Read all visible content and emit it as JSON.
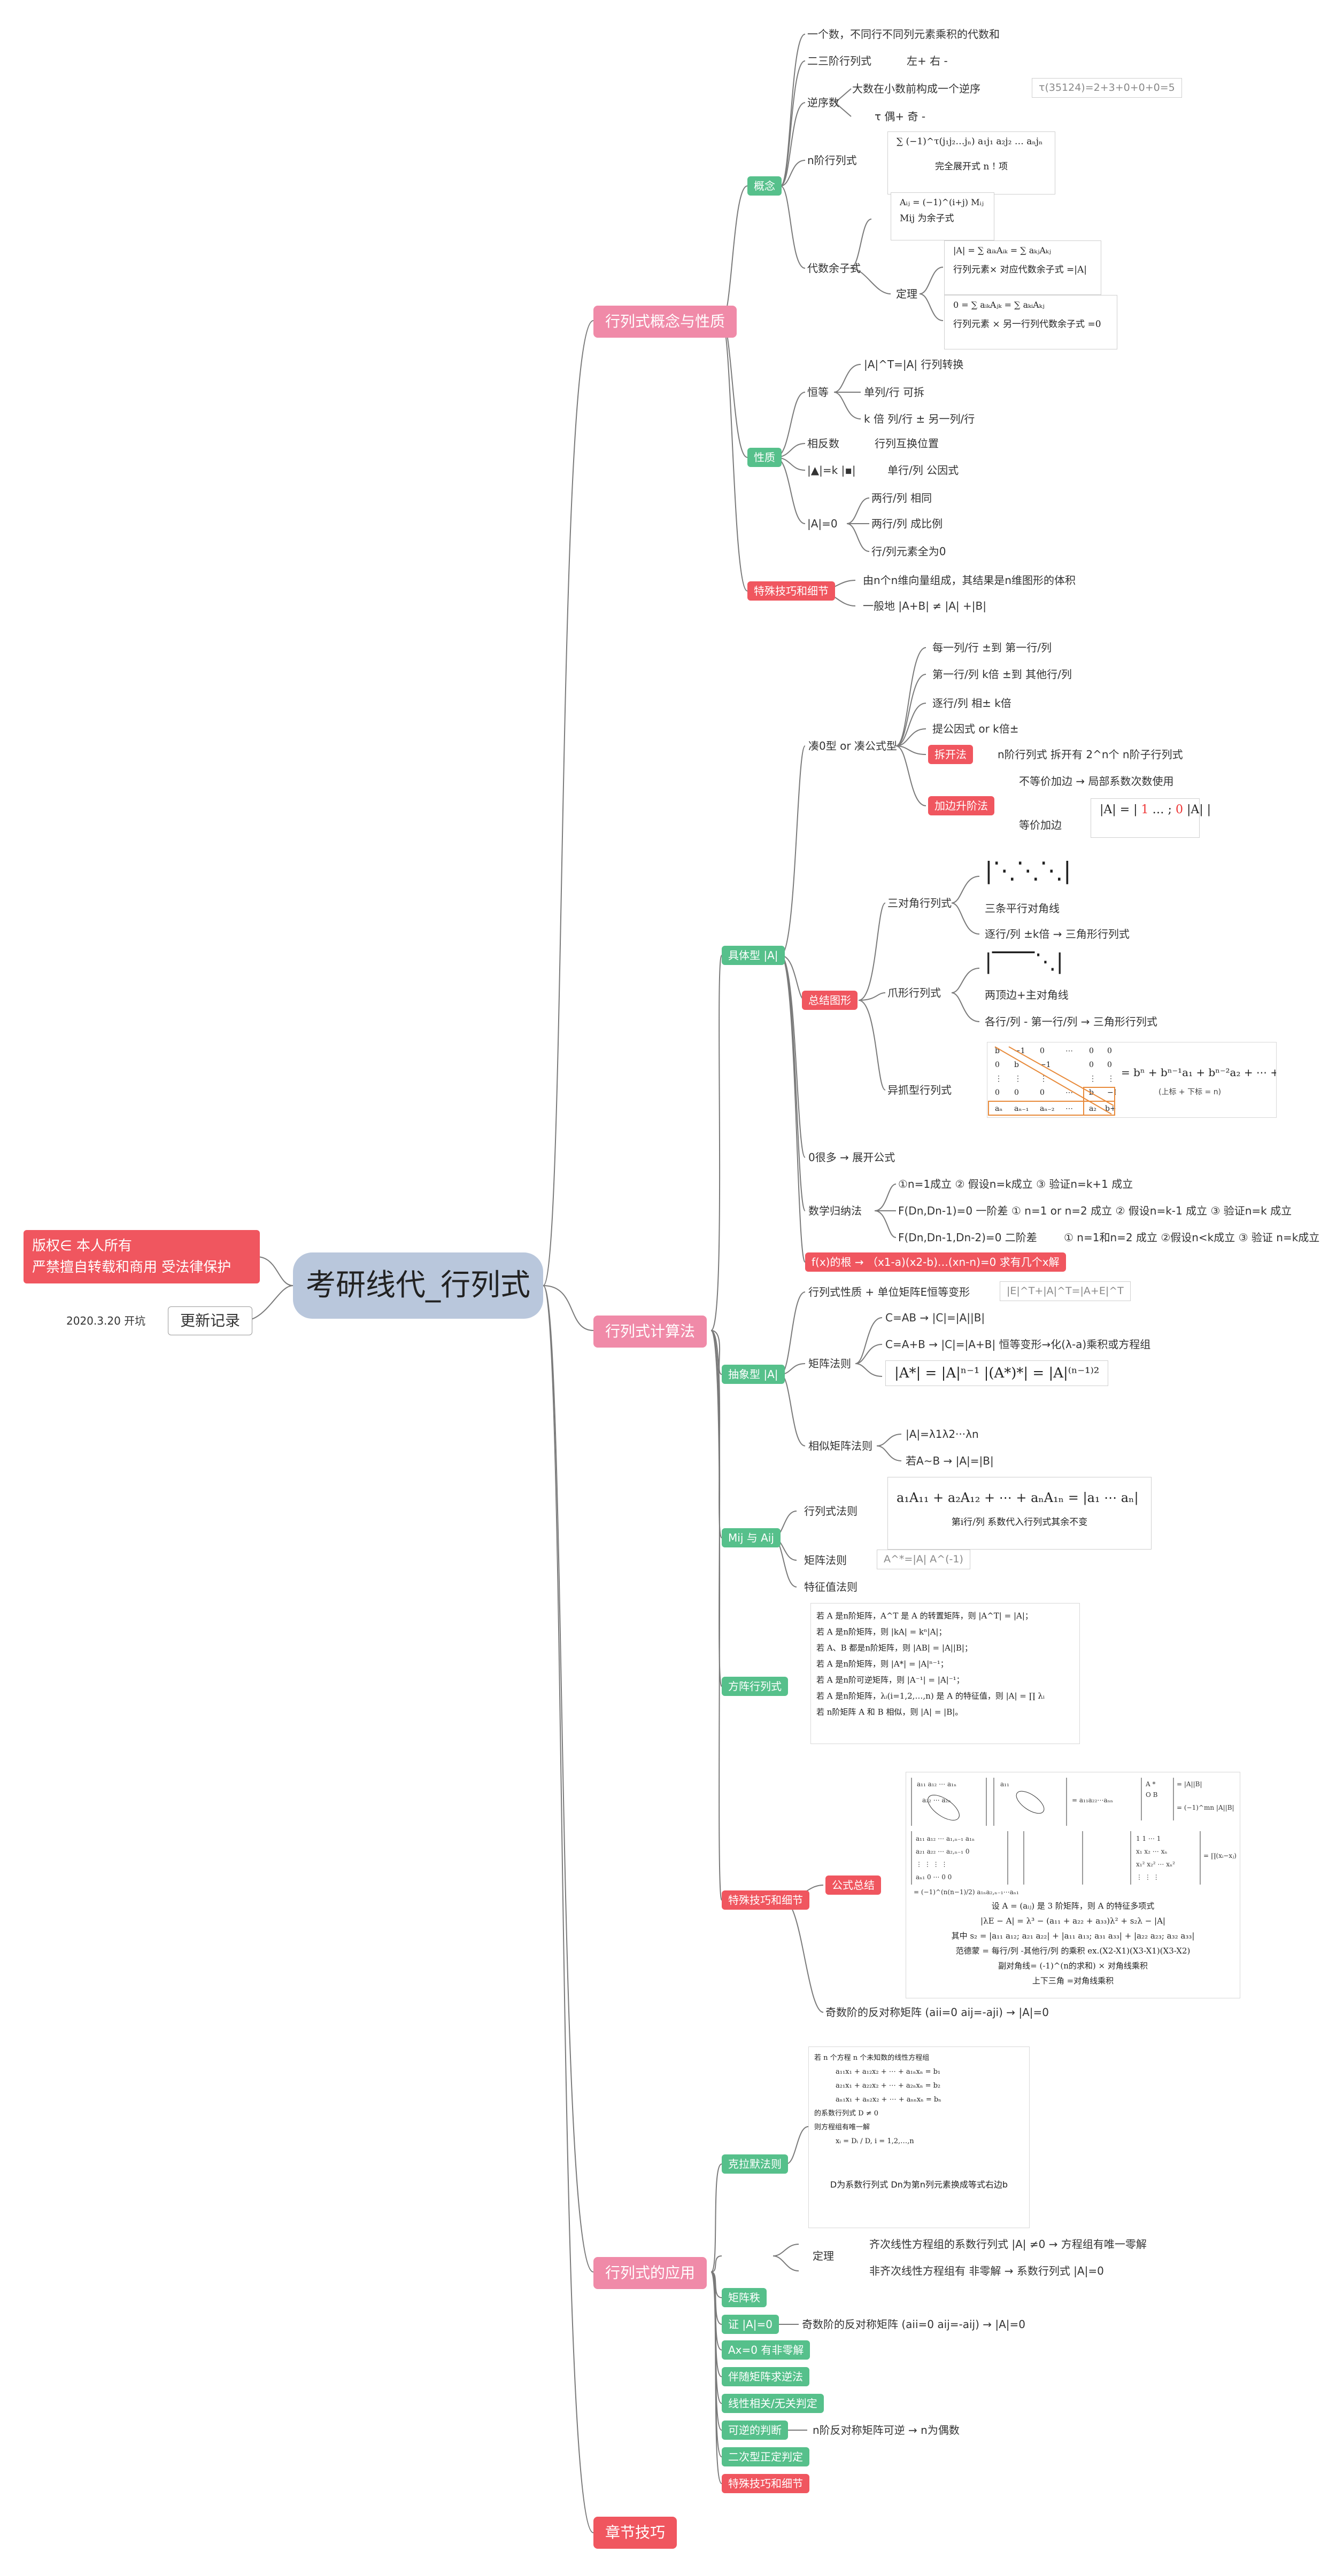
{
  "root": "考研线代_行列式",
  "copyright": {
    "line1": "版权∈ 本人所有",
    "line2": "严禁擅自转载和商用 受法律保护"
  },
  "update": {
    "date": "2020.3.20 开坑",
    "label": "更新记录"
  },
  "s1": {
    "title": "行列式概念与性质",
    "concept": "概念",
    "c1": "一个数，不同行不同列元素乘积的代数和",
    "c2": "二三阶行列式",
    "c2a": "左+ 右 -",
    "c3": "逆序数",
    "c3a": "大数在小数前构成一个逆序",
    "c3a_ex": "τ(35124)=2+3+0+0+0=5",
    "c3b": "τ  偶+  奇 -",
    "c4": "n阶行列式",
    "c4_formula": "∑ (−1)^τ(j₁j₂…jₙ) a₁j₁ a₂j₂ … aₙjₙ",
    "c4_note": "完全展开式   n ! 项",
    "c5": "代数余子式",
    "c5_formula": "Aᵢⱼ = (−1)^(i+j) Mᵢⱼ",
    "c5_note": "Mij 为余子式",
    "c5_theorem": "定理",
    "c5_t1_formula": "|A| = ∑ aᵢₖAᵢₖ = ∑ aₖⱼAₖⱼ",
    "c5_t1_note": "行列元素× 对应代数余子式 =|A|",
    "c5_t2_formula": "0 = ∑ aᵢₖAⱼₖ = ∑ aₖᵢAₖⱼ",
    "c5_t2_note": "行列元素 × 另一行列代数余子式 =0",
    "property": "性质",
    "p1": "恒等",
    "p1a": "|A|^T=|A|    行列转换",
    "p1b": "单列/行 可拆",
    "p1c": "k 倍 列/行 ± 另一列/行",
    "p2": "相反数",
    "p2a": "行列互换位置",
    "p3": "|▲|=k |▪|",
    "p3a": "单行/列 公因式",
    "p4": "|A|=0",
    "p4a": "两行/列  相同",
    "p4b": "两行/列 成比例",
    "p4c": "行/列元素全为0",
    "tips": "特殊技巧和细节",
    "tips1": "由n个n维向量组成，其结果是n维图形的体积",
    "tips2": "一般地 |A+B| ≠ |A| +|B|"
  },
  "s2": {
    "title": "行列式计算法",
    "concrete": "具体型 |A|",
    "k1": "凑0型 or 凑公式型",
    "k1a": "每一列/行 ±到 第一行/列",
    "k1b": "第一行/列 k倍 ±到 其他行/列",
    "k1c": "逐行/列 相± k倍",
    "k1d": "提公因式 or   k倍±",
    "split": "拆开法",
    "split_a": "n阶行列式 拆开有 2^n个 n阶子行列式",
    "border": "加边升阶法",
    "border_a": "不等价加边 → 局部系数次数使用",
    "border_b": "等价加边",
    "summary": "总结图形",
    "tri": "三对角行列式",
    "tri_a": "三条平行对角线",
    "tri_b": "逐行/列 ±k倍  →  三角形行列式",
    "claw": "爪形行列式",
    "claw_a": "两顶边+主对角线",
    "claw_b": "各行/列 - 第一行/列  → 三角形行列式",
    "odd": "异抓型行列式",
    "odd_formula": "= bⁿ + bⁿ⁻¹a₁ + bⁿ⁻²a₂ + ⋯ + aₙ",
    "odd_note": "(上标 + 下标 = n)",
    "k2": "0很多 → 展开公式",
    "k3": "数学归纳法",
    "k3a": "①n=1成立 ② 假设n=k成立 ③ 验证n=k+1 成立",
    "k3b": "F(Dn,Dn-1)=0 一阶差",
    "k3b_a": "① n=1 or n=2 成立 ② 假设n=k-1 成立 ③ 验证n=k 成立",
    "k3c": "F(Dn,Dn-1,Dn-2)=0 二阶差",
    "k3c_a": "① n=1和n=2 成立 ②假设n<k成立 ③ 验证 n=k成立",
    "k4": "f(x)的根 → （x1-a)(x2-b)…(xn-n)=0 求有几个x解",
    "abstract": "抽象型 |A|",
    "a1": "行列式性质 + 单位矩阵E恒等变形",
    "a1_ex": "|E|^T+|A|^T=|A+E|^T",
    "a2": "矩阵法则",
    "a2a": "C=AB → |C|=|A||B|",
    "a2b": "C=A+B → |C|=|A+B| 恒等变形→化(λ-a)乘积或方程组",
    "a2c_formula": "|A*| = |A|ⁿ⁻¹    |(A*)*| = |A|⁽ⁿ⁻¹⁾²",
    "a3": "相似矩阵法则",
    "a3a": "|A|=λ1λ2···λn",
    "a3b": "若A∼B → |A|=|B|",
    "mij": "Mij 与 Aij",
    "m1": "行列式法则",
    "m1_formula": "a₁A₁₁ + a₂A₁₂ + ⋯ + aₙA₁ₙ",
    "m1_note": "第i行/列 系数代入行列式其余不变",
    "m2": "矩阵法则",
    "m2_ex": "A^*=|A| A^(-1)",
    "m3": "特征值法则",
    "square": "方阵行列式",
    "sq_lines": [
      "若 A 是n阶矩阵，A^T 是 A 的转置矩阵，则 |A^T| = |A|；",
      "若 A 是n阶矩阵，则 |kA| = kⁿ|A|；",
      "若 A、B 都是n阶矩阵，则 |AB| = |A||B|；",
      "若 A 是n阶矩阵，则 |A*| = |A|ⁿ⁻¹；",
      "若 A 是n阶可逆矩阵，则 |A⁻¹| = |A|⁻¹；",
      "若 A 是n阶矩阵，λᵢ(i=1,2,…,n) 是 A 的特征值，则 |A| = ∏ λᵢ",
      "若 n阶矩阵 A 和 B 相似，则 |A| = |B|。"
    ],
    "special": "特殊技巧和细节",
    "formula_sum": "公式总结",
    "fs_lines": [
      "设 A = (aᵢⱼ) 是 3 阶矩阵，则 A 的特征多项式",
      "|λE − A| = λ³ − (a₁₁ + a₂₂ + a₃₃)λ² + s₂λ − |A|",
      "其中 s₂ = |a₁₁ a₁₂; a₂₁ a₂₂| + |a₁₁ a₁₃; a₃₁ a₃₃| + |a₂₂ a₂₃; a₃₂ a₃₃|",
      "范德蒙 = 每行/列 -其他行/列 的乘积 ex.(X2-X1)(X3-X1)(X3-X2)",
      "副对角线= (-1)^(n的求和) × 对角线乘积",
      "上下三角 =对角线乘积"
    ],
    "anti": "奇数阶的反对称矩阵 (aii=0 aij=-aji) → |A|=0"
  },
  "s3": {
    "title": "行列式的应用",
    "cramer": "克拉默法则",
    "cramer_note": "D为系数行列式 Dn为第n列元素换成等式右边b",
    "cr_lines": [
      "若 n 个方程 n 个未知数的线性方程组",
      "a₁₁x₁ + a₁₂x₂ + ⋯ + a₁ₙxₙ = b₁",
      "a₂₁x₁ + a₂₂x₂ + ⋯ + a₂ₙxₙ = b₂",
      "aₙ₁x₁ + aₙ₂x₂ + ⋯ + aₙₙxₙ = bₙ",
      "的系数行列式  D ≠ 0",
      "则方程组有唯一解",
      "xᵢ = Dᵢ / D,  i = 1,2,…,n"
    ],
    "theorem": "定理",
    "th1": "齐次线性方程组的系数行列式 |A| ≠0  → 方程组有唯一零解",
    "th2": "非齐次线性方程组有 非零解 → 系数行列式 |A|=0",
    "rank": "矩阵秩",
    "proof": "证 |A|=0",
    "proof_a": "奇数阶的反对称矩阵 (aii=0 aij=-aij)  → |A|=0",
    "ax0": "Ax=0 有非零解",
    "eigen": "伴随矩阵求逆法",
    "lin": "线性相关/无关判定",
    "inv": "可逆的判断",
    "inv_a": "n阶反对称矩阵可逆  →  n为偶数",
    "quad": "二次型正定判定",
    "tricks": "特殊技巧和细节"
  },
  "s4": {
    "title": "章节技巧"
  }
}
